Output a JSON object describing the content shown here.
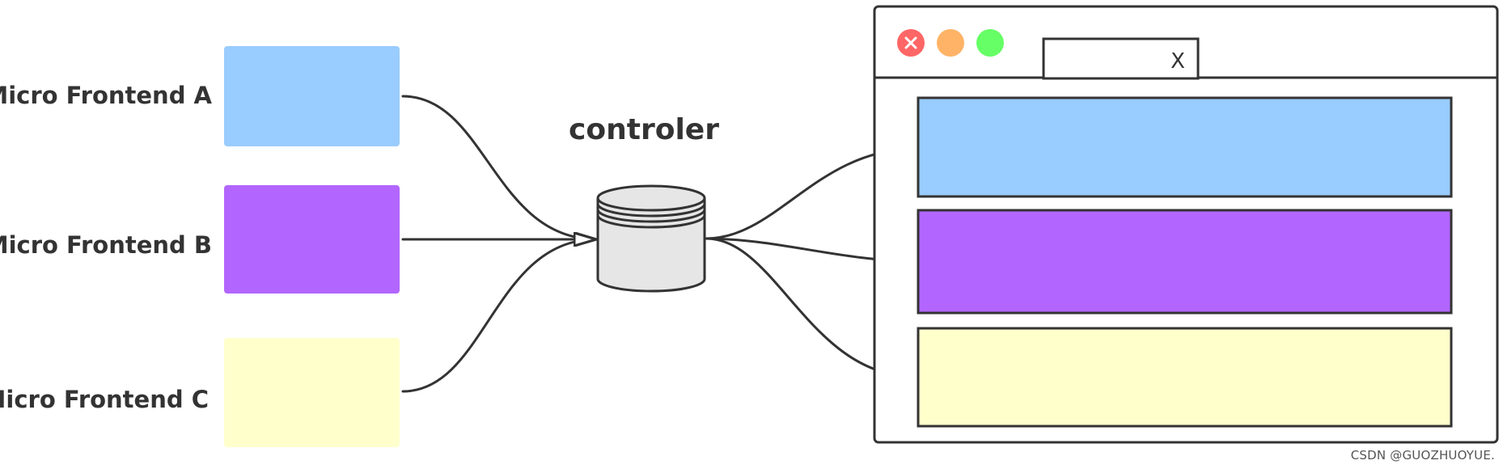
{
  "diagram": {
    "sources": [
      {
        "label": "Micro Frontend A",
        "color": "#99ccff"
      },
      {
        "label": "Micro Frontend B",
        "color": "#b266ff"
      },
      {
        "label": "Micro Frontend C",
        "color": "#ffffcc"
      }
    ],
    "controller": {
      "label": "controler",
      "color": "#e6e6e6"
    },
    "browser": {
      "tab_label": "X",
      "buttons": [
        {
          "name": "close",
          "color": "#ff6666"
        },
        {
          "name": "minimize",
          "color": "#ffb366"
        },
        {
          "name": "maximize",
          "color": "#66ff66"
        }
      ],
      "panels": [
        {
          "color": "#99ccff"
        },
        {
          "color": "#b266ff"
        },
        {
          "color": "#ffffcc"
        }
      ]
    },
    "stroke_color": "#333333"
  },
  "watermark": "CSDN @GUOZHUOYUE."
}
